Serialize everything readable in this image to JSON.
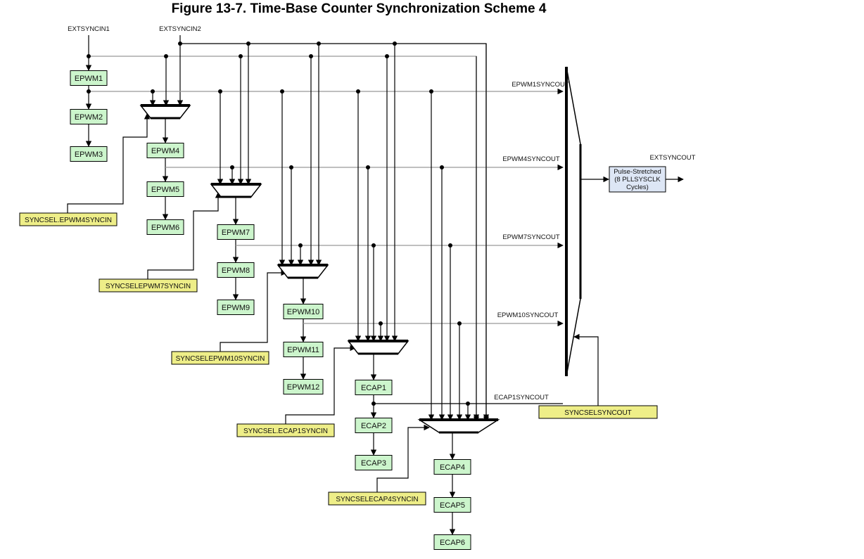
{
  "figure": {
    "title": "Figure 13-7. Time-Base Counter Synchronization Scheme 4"
  },
  "inputs": {
    "extsyncin1": "EXTSYNCIN1",
    "extsyncin2": "EXTSYNCIN2"
  },
  "modules": [
    {
      "id": "epwm1",
      "label": "EPWM1"
    },
    {
      "id": "epwm2",
      "label": "EPWM2"
    },
    {
      "id": "epwm3",
      "label": "EPWM3"
    },
    {
      "id": "epwm4",
      "label": "EPWM4"
    },
    {
      "id": "epwm5",
      "label": "EPWM5"
    },
    {
      "id": "epwm6",
      "label": "EPWM6"
    },
    {
      "id": "epwm7",
      "label": "EPWM7"
    },
    {
      "id": "epwm8",
      "label": "EPWM8"
    },
    {
      "id": "epwm9",
      "label": "EPWM9"
    },
    {
      "id": "epwm10",
      "label": "EPWM10"
    },
    {
      "id": "epwm11",
      "label": "EPWM11"
    },
    {
      "id": "epwm12",
      "label": "EPWM12"
    },
    {
      "id": "ecap1",
      "label": "ECAP1"
    },
    {
      "id": "ecap2",
      "label": "ECAP2"
    },
    {
      "id": "ecap3",
      "label": "ECAP3"
    },
    {
      "id": "ecap4",
      "label": "ECAP4"
    },
    {
      "id": "ecap5",
      "label": "ECAP5"
    },
    {
      "id": "ecap6",
      "label": "ECAP6"
    }
  ],
  "selectors": [
    {
      "id": "sel-epwm4",
      "label": "SYNCSEL.EPWM4SYNCIN"
    },
    {
      "id": "sel-epwm7",
      "label": "SYNCSELEPWM7SYNCIN"
    },
    {
      "id": "sel-epwm10",
      "label": "SYNCSELEPWM10SYNCIN"
    },
    {
      "id": "sel-ecap1",
      "label": "SYNCSEL.ECAP1SYNCIN"
    },
    {
      "id": "sel-ecap4",
      "label": "SYNCSELECAP4SYNCIN"
    },
    {
      "id": "sel-syncout",
      "label": "SYNCSELSYNCOUT"
    }
  ],
  "signals": {
    "epwm1syncout": "EPWM1SYNCOUT",
    "epwm4syncout": "EPWM4SYNCOUT",
    "epwm7syncout": "EPWM7SYNCOUT",
    "epwm10syncout": "EPWM10SYNCOUT",
    "ecap1syncout": "ECAP1SYNCOUT",
    "extsyncout": "EXTSYNCOUT"
  },
  "pulse_stretcher": {
    "line1": "Pulse-Stretched",
    "line2": "(8 PLLSYSCLK",
    "line3": "Cycles)"
  },
  "colors": {
    "module_fill": "#ccf5cc",
    "selector_fill": "#eeee88",
    "stretcher_fill": "#dde6f5",
    "wire_black": "#000000",
    "wire_gray": "#999999"
  }
}
